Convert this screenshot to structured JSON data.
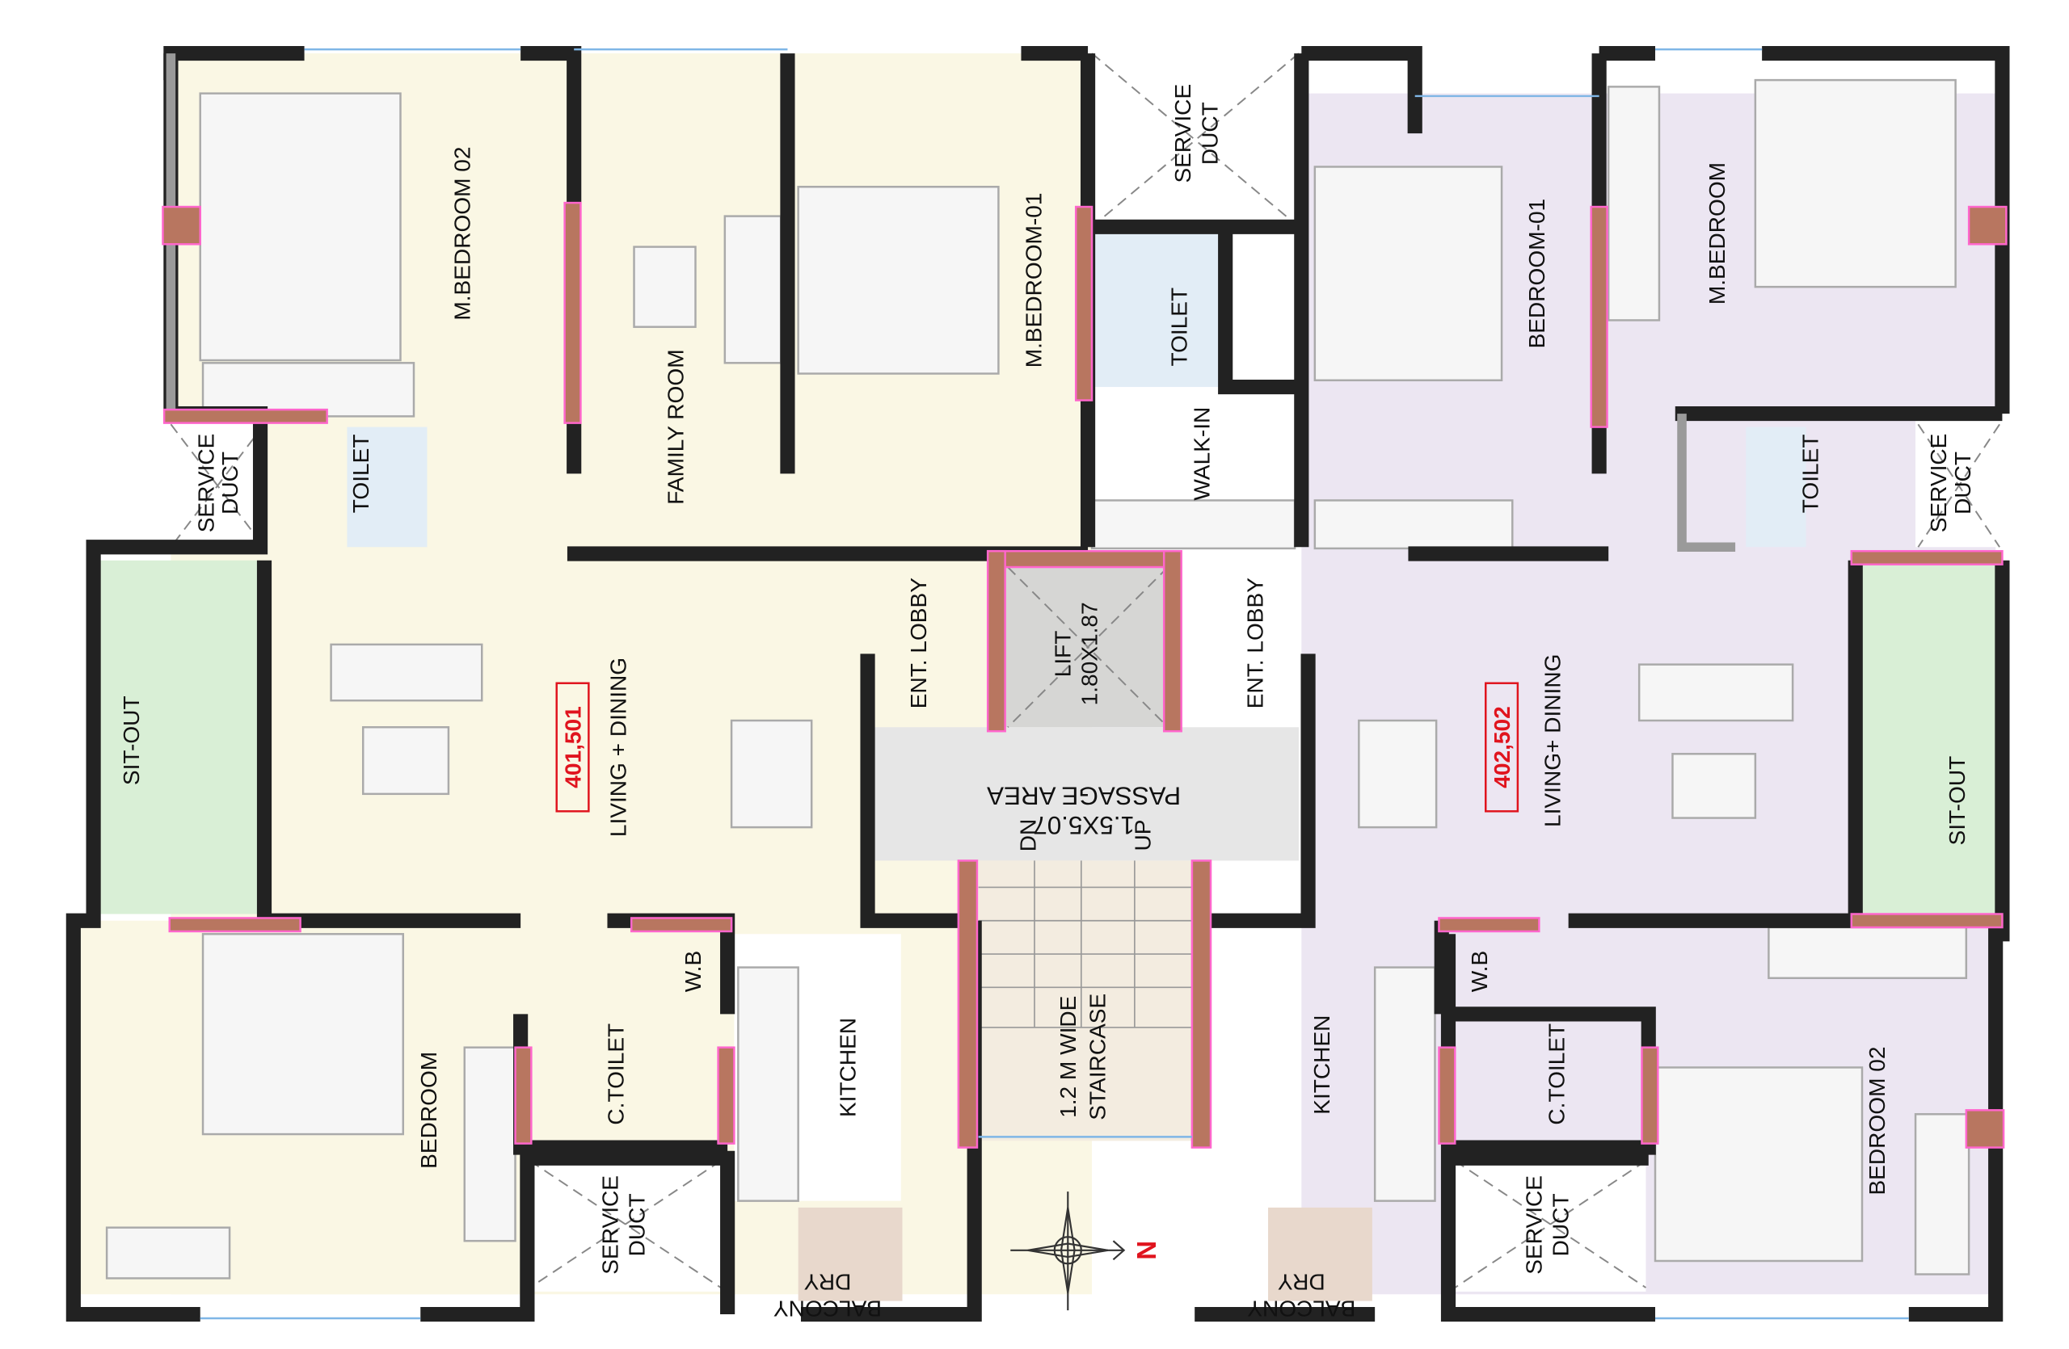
{
  "labels": {
    "m_bedroom_02_left": "M.BEDROOM 02",
    "family_room": "FAMILY ROOM",
    "m_bedroom_01": "M.BEDROOM-01",
    "service_duct_top": [
      "SERVICE",
      "DUCT"
    ],
    "toilet_center": "TOILET",
    "walk_in": "WALK-IN",
    "bedroom_01": "BEDROOM-01",
    "m_bedroom_right": "M.BEDROOM",
    "service_duct_left": [
      "SERVICE",
      "DUCT"
    ],
    "toilet_left": "TOILET",
    "toilet_right": "TOILET",
    "service_duct_right": [
      "SERVICE",
      "DUCT"
    ],
    "sit_out_left": "SIT-OUT",
    "sit_out_right": "SIT-OUT",
    "unit_left": "401,501",
    "living_dining_left": "LIVING + DINING",
    "ent_lobby_left": "ENT. LOBBY",
    "ent_lobby_right": "ENT. LOBBY",
    "lift": [
      "LIFT",
      "1.80X1.87"
    ],
    "passage": [
      "PASSAGE AREA",
      "1.5X5.07"
    ],
    "dn": "DN",
    "up": "UP",
    "unit_right": "402,502",
    "living_dining_right": "LIVING+ DINING",
    "wb_left": "W.B",
    "wb_right": "W.B",
    "kitchen_left": "KITCHEN",
    "kitchen_right": "KITCHEN",
    "c_toilet_left": "C.TOILET",
    "c_toilet_right": "C.TOILET",
    "bedroom_left": "BEDROOM",
    "bedroom_02_right": "BEDROOM 02",
    "staircase": [
      "1.2 M WIDE",
      "STAIRCASE"
    ],
    "service_duct_bottom_left": [
      "SERVICE",
      "DUCT"
    ],
    "service_duct_bottom_right": [
      "SERVICE",
      "DUCT"
    ],
    "dry_balcony_left": [
      "DRY",
      "BALCONY"
    ],
    "dry_balcony_right": [
      "DRY",
      "BALCONY"
    ],
    "north": "N"
  },
  "colors": {
    "left_unit": "#faf7e4",
    "right_unit": "#ece6f2",
    "sit_out": "#d9efd6",
    "column": "#b87660",
    "toilet": "#e2edf6",
    "unit_number": "#e0141e",
    "stair": "#f3ece0",
    "passage": "#e6e6e6"
  }
}
